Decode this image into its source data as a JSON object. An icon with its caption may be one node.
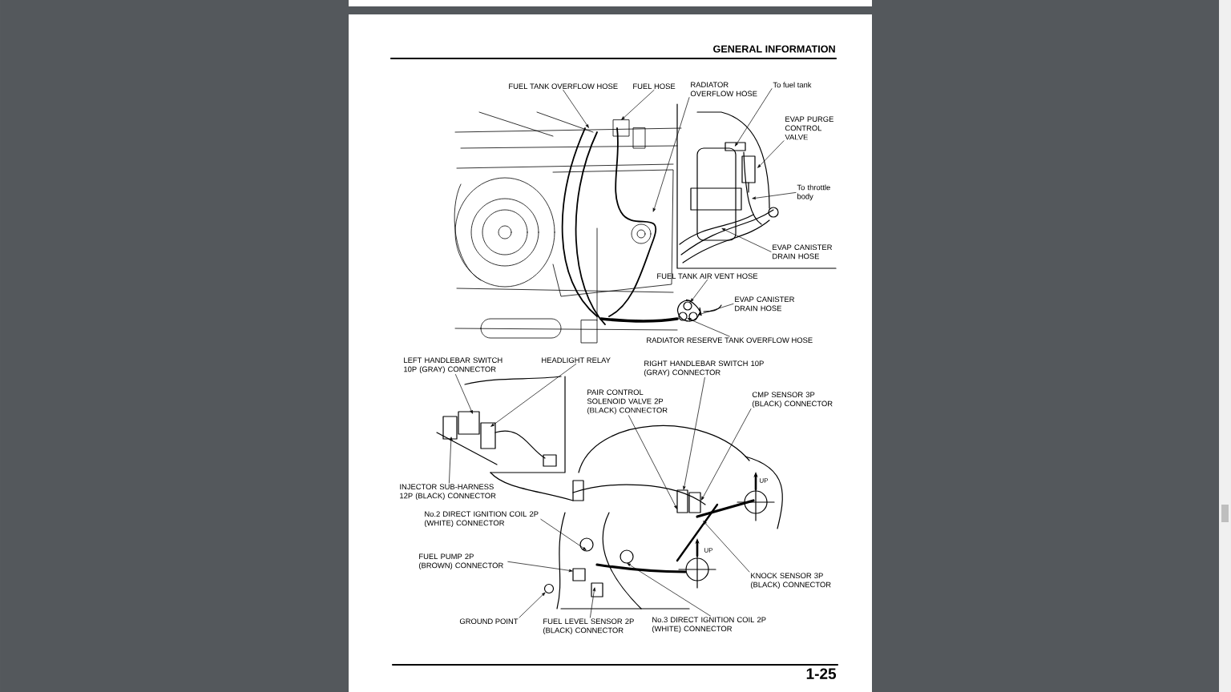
{
  "diagram": {
    "title": "GENERAL INFORMATION",
    "nodes": [
      {
        "text": [
          "FUEL TANK OVERFLOW HOSE"
        ]
      },
      {
        "text": [
          "FUEL HOSE"
        ]
      },
      {
        "text": [
          "RADIATOR OVERFLOW HOSE"
        ]
      },
      {
        "text": [
          "To fuel tank"
        ]
      },
      {
        "text": [
          "EVAP PURGE CONTROL VALVE"
        ]
      },
      {
        "text": [
          "To throttle body"
        ]
      },
      {
        "text": [
          "EVAP CANISTER DRAIN HOSE"
        ]
      },
      {
        "text": [
          "FUEL TANK AIR VENT HOSE"
        ]
      },
      {
        "text": [
          "EVAP CANISTER DRAIN HOSE"
        ]
      },
      {
        "text": [
          "RADIATOR RESERVE TANK OVERFLOW HOSE"
        ]
      },
      {
        "text": [
          "LEFT HANDLEBAR SWITCH 10P (GRAY) CONNECTOR"
        ]
      },
      {
        "text": [
          "HEADLIGHT RELAY"
        ]
      },
      {
        "text": [
          "RIGHT HANDLEBAR SWITCH 10P (GRAY) CONNECTOR"
        ]
      },
      {
        "text": [
          "PAIR CONTROL SOLENOID VALVE 2P (BLACK) CONNECTOR"
        ]
      },
      {
        "text": [
          "CMP SENSOR 3P (BLACK) CONNECTOR"
        ]
      },
      {
        "text": [
          "INJECTOR SUB-HARNESS 12P (BLACK) CONNECTOR"
        ]
      },
      {
        "text": [
          "No.2 DIRECT IGNITION COIL 2P (WHITE) CONNECTOR"
        ]
      },
      {
        "text": [
          "FUEL PUMP 2P (BROWN) CONNECTOR"
        ]
      },
      {
        "text": [
          "KNOCK SENSOR 3P (BLACK) CONNECTOR"
        ]
      },
      {
        "text": [
          "GROUND POINT"
        ]
      },
      {
        "text": [
          "FUEL LEVEL SENSOR 2P (BLACK) CONNECTOR"
        ]
      },
      {
        "text": [
          "No.3 DIRECT IGNITION COIL 2P (WHITE) CONNECTOR"
        ]
      },
      {
        "text": [],
        "shape": "circle"
      },
      {
        "text": [],
        "shape": "circle"
      },
      {
        "text": [],
        "shape": "circle"
      },
      {
        "text": [],
        "shape": "circle"
      }
    ],
    "edges": [
      {
        "from": 0,
        "to": null,
        "arrow": "to"
      },
      {
        "from": 1,
        "to": null,
        "arrow": "to"
      },
      {
        "from": 2,
        "to": null,
        "arrow": "to"
      },
      {
        "from": 3,
        "to": null,
        "arrow": "to"
      },
      {
        "from": 4,
        "to": null,
        "arrow": "to"
      },
      {
        "from": 5,
        "to": null,
        "arrow": "to"
      },
      {
        "from": 6,
        "to": null,
        "arrow": "to"
      },
      {
        "from": 7,
        "to": 22,
        "arrow": "to"
      },
      {
        "from": 8,
        "to": 24,
        "arrow": "to"
      },
      {
        "from": 9,
        "to": 23,
        "arrow": "to"
      },
      {
        "from": 10,
        "to": null,
        "arrow": "to"
      },
      {
        "from": 11,
        "to": null,
        "arrow": "to"
      },
      {
        "from": 12,
        "to": null,
        "arrow": "to"
      },
      {
        "from": 13,
        "to": null,
        "arrow": "to"
      },
      {
        "from": 14,
        "to": null,
        "arrow": "to"
      },
      {
        "from": 15,
        "to": null,
        "arrow": "to"
      },
      {
        "from": 16,
        "to": null,
        "arrow": "to"
      },
      {
        "from": 17,
        "to": null,
        "arrow": "to"
      },
      {
        "from": 18,
        "to": null,
        "arrow": "to"
      },
      {
        "from": 19,
        "to": 25,
        "arrow": "to"
      },
      {
        "from": 20,
        "to": null,
        "arrow": "to"
      },
      {
        "from": 21,
        "to": null,
        "arrow": "to"
      }
    ],
    "labels": [
      "UP",
      "UP",
      "1-25"
    ]
  }
}
